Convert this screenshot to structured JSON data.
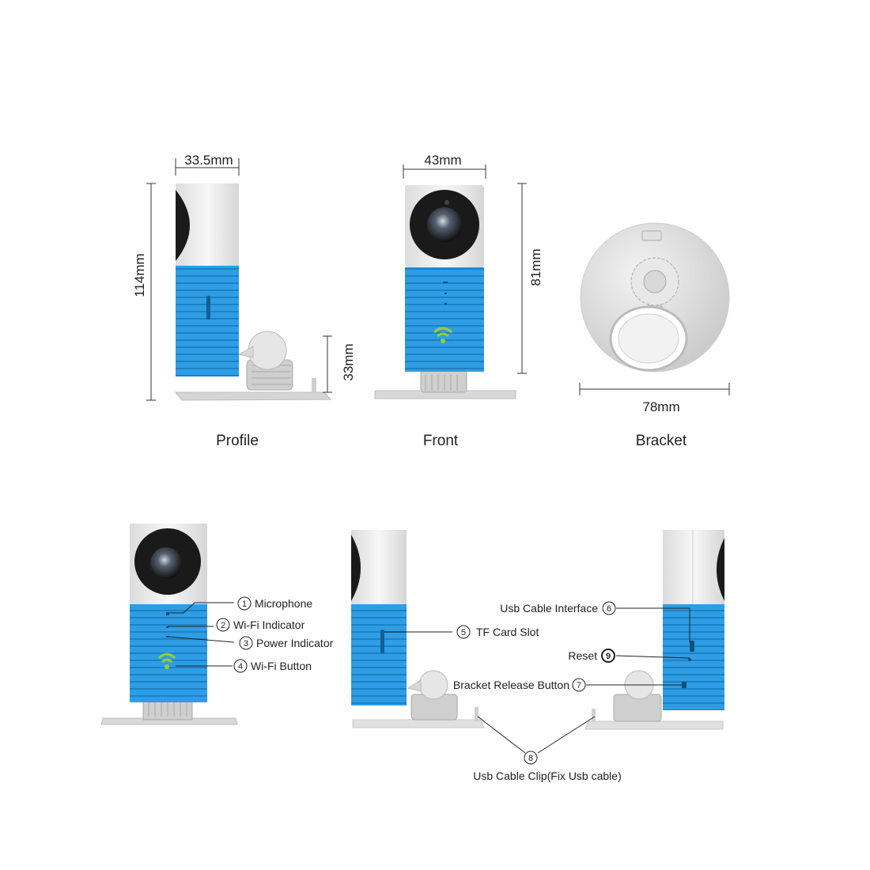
{
  "dimensions": {
    "profile_width": "33.5mm",
    "profile_height": "114mm",
    "bracket_height": "33mm",
    "front_width": "43mm",
    "front_height": "81mm",
    "bracket_width": "78mm"
  },
  "views": {
    "profile": "Profile",
    "front": "Front",
    "bracket": "Bracket"
  },
  "callouts": {
    "c1": {
      "num": "1",
      "label": "Microphone"
    },
    "c2": {
      "num": "2",
      "label": "Wi-Fi Indicator"
    },
    "c3": {
      "num": "3",
      "label": "Power Indicator"
    },
    "c4": {
      "num": "4",
      "label": "Wi-Fi Button"
    },
    "c5": {
      "num": "5",
      "label": "TF Card Slot"
    },
    "c6": {
      "num": "6",
      "label": "Usb Cable Interface"
    },
    "c7": {
      "num": "7",
      "label": "Bracket Release Button"
    },
    "c8": {
      "num": "8",
      "label": "Usb Cable Clip(Fix Usb cable)"
    },
    "c9": {
      "num": "9",
      "label": "Reset"
    }
  },
  "colors": {
    "body_blue": "#2f9de3",
    "body_blue_dark": "#1b82c8",
    "cap_white": "#eeeeee",
    "lens_black": "#1a1a1a",
    "bracket_gray": "#d9d9d9",
    "wifi_green": "#9acd32"
  }
}
